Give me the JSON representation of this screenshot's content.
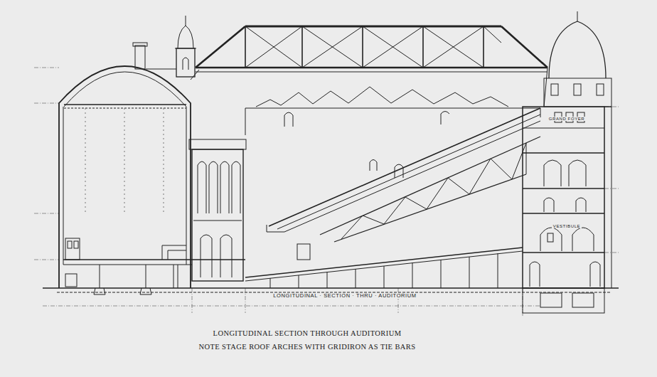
{
  "diagram": {
    "title": "LONGITUDINAL SECTION THROUGH AUDITORIUM",
    "caption": "NOTE STAGE ROOF ARCHES WITH GRIDIRON AS TIE BARS",
    "labels": [
      "LONGITUDINAL · SECTION · THRU · AUDITORIUM",
      "GRAND FOYER",
      "VESTIBULE"
    ]
  }
}
